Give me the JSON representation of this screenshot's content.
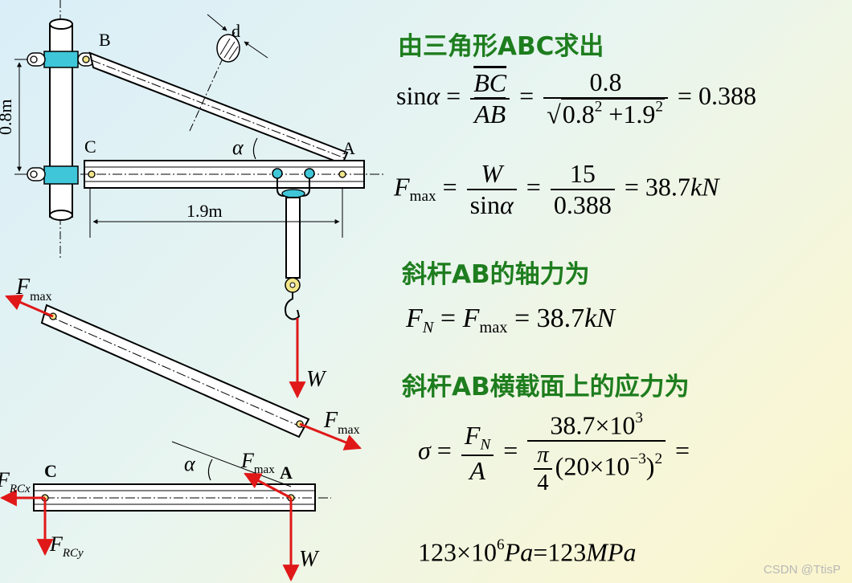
{
  "headings": {
    "h1": "由三角形ABC求出",
    "h2": "斜杆AB的轴力为",
    "h3": "斜杆AB横截面上的应力为"
  },
  "eq_sin": {
    "lhs_func": "sin",
    "alpha": "α",
    "equals": "=",
    "num1": "BC",
    "den1": "AB",
    "num2": "0.8",
    "den2_a": "0.8",
    "den2_a_exp": "2",
    "plus": "+",
    "den2_b": "1.9",
    "den2_b_exp": "2",
    "result": "0.388"
  },
  "eq_fmax": {
    "F": "F",
    "F_sub": "max",
    "num1": "W",
    "den1_func": "sin",
    "den1_alpha": "α",
    "num2": "15",
    "den2": "0.388",
    "result_val": "38.7",
    "result_unit": "kN"
  },
  "eq_fn": {
    "F": "F",
    "F_sub": "N",
    "F2": "F",
    "F2_sub": "max",
    "result_val": "38.7",
    "result_unit": "kN"
  },
  "eq_sigma": {
    "sigma": "σ",
    "num1": "F",
    "num1_sub": "N",
    "den1": "A",
    "num2": "38.7×10",
    "num2_exp": "3",
    "pi": "π",
    "four": "4",
    "den2_body": "(20×10",
    "den2_exp": "−3",
    "den2_close": ")",
    "den2_close_exp": "2",
    "trailing": "="
  },
  "eq_result": {
    "val1": "123×10",
    "val1_exp": "6",
    "unit1": "Pa",
    "equals": "=",
    "val2": "123",
    "unit2": "MPa"
  },
  "diagram": {
    "label_B": "B",
    "label_C": "C",
    "label_A": "A",
    "label_d": "d",
    "label_08m": "0.8m",
    "label_19m": "1.9m",
    "label_alpha": "α",
    "fbd1_F": "F",
    "fbd1_F_sub": "max",
    "fbd1_W": "W",
    "fbd1_F2": "F",
    "fbd1_F2_sub": "max",
    "fbd2_C": "C",
    "fbd2_A": "A",
    "fbd2_alpha": "α",
    "fbd2_F": "F",
    "fbd2_F_sub": "max",
    "fbd2_FRCx": "F",
    "fbd2_FRCx_sub": "RCx",
    "fbd2_FRCy": "F",
    "fbd2_FRCy_sub": "RCy",
    "fbd2_W": "W"
  },
  "watermark": "CSDN @TtisP",
  "colors": {
    "heading_green": "#1e7d1e",
    "force_red": "#e01818",
    "clamp_cyan": "#3fc6d8"
  }
}
